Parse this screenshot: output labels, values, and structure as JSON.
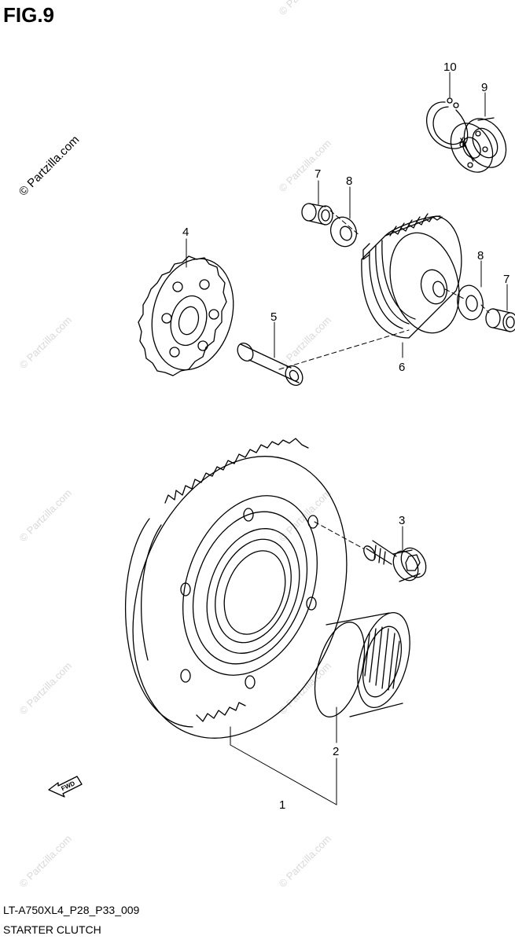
{
  "figure": {
    "title": "FIG.9",
    "code": "LT-A750XL4_P28_P33_009",
    "name": "STARTER CLUTCH",
    "fwd_label": "FWD"
  },
  "watermark": {
    "text": "© Partzilla.com"
  },
  "callouts": [
    "1",
    "2",
    "3",
    "4",
    "5",
    "6",
    "7",
    "8",
    "9",
    "10",
    "7",
    "8"
  ]
}
